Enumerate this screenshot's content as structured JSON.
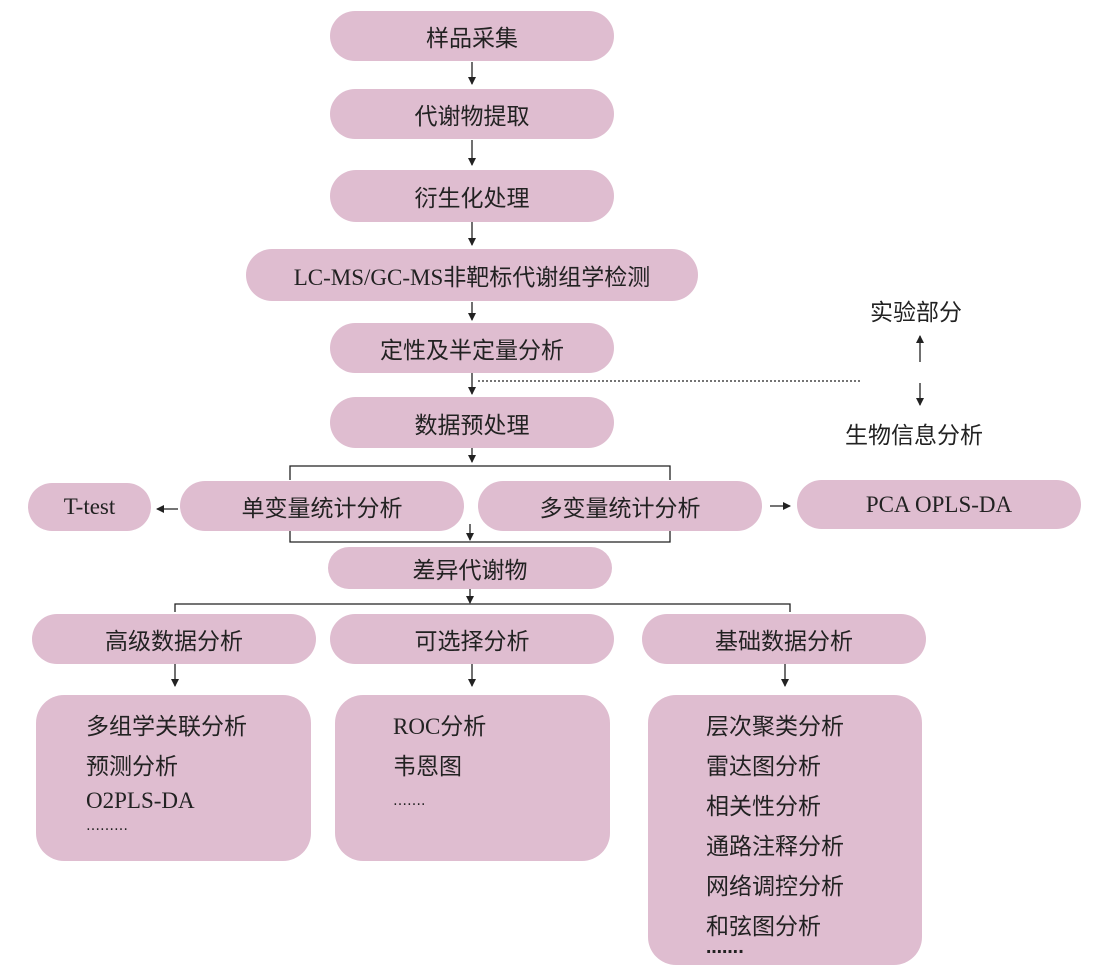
{
  "flow": {
    "sample_collection": "样品采集",
    "metabolite_extraction": "代谢物提取",
    "derivatization": "衍生化处理",
    "untargeted_detection": "LC-MS/GC-MS非靶标代谢组学检测",
    "quant_analysis": "定性及半定量分析",
    "data_preprocessing": "数据预处理",
    "univariate": "单变量统计分析",
    "multivariate": "多变量统计分析",
    "ttest": "T-test",
    "pca": "PCA OPLS-DA",
    "diff_metabolites": "差异代谢物",
    "advanced": "高级数据分析",
    "optional": "可选择分析",
    "basic": "基础数据分析"
  },
  "side": {
    "experiment": "实验部分",
    "bioinformatics": "生物信息分析"
  },
  "panels": {
    "advanced_items": [
      "多组学关联分析",
      "预测分析",
      "O2PLS-DA",
      "………"
    ],
    "optional_items": [
      "ROC分析",
      "韦恩图",
      "……."
    ],
    "basic_items": [
      "层次聚类分析",
      "雷达图分析",
      "相关性分析",
      "通路注释分析",
      "网络调控分析",
      "和弦图分析",
      "……."
    ]
  },
  "colors": {
    "node_fill": "#dfbdd0",
    "line": "#222222"
  }
}
